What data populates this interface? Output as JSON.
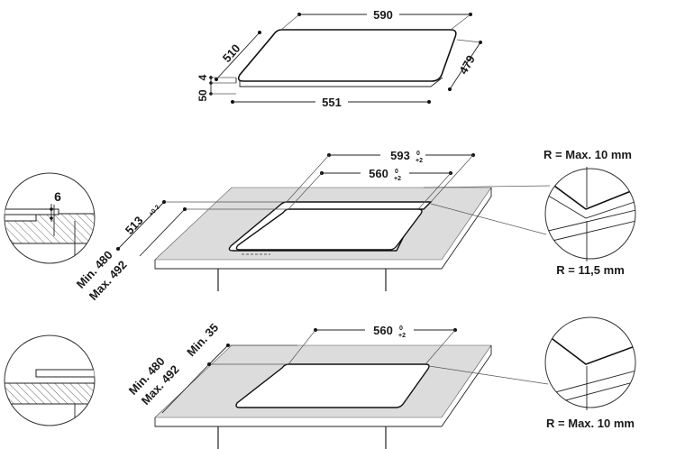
{
  "hob_dimensions": {
    "width": "590",
    "depth": "510",
    "thickness_top": "4",
    "thickness_total": "50",
    "bottom_width": "551",
    "bottom_depth": "479"
  },
  "cutout_flush": {
    "outer_width": "593",
    "outer_width_tol_top": "0",
    "outer_width_tol_bottom": "+2",
    "inner_width": "560",
    "inner_width_tol_top": "0",
    "inner_width_tol_bottom": "+2",
    "depth": "513",
    "depth_tol": "+0 2",
    "min_depth": "Min. 480",
    "max_depth": "Max. 492",
    "recess": "6",
    "corner_radius_outer": "R = Max. 10 mm",
    "corner_radius_inner": "R = 11,5 mm"
  },
  "cutout_standard": {
    "width": "560",
    "width_tol_top": "0",
    "width_tol_bottom": "+2",
    "min_depth": "Min. 480",
    "max_depth": "Max. 492",
    "min_edge": "Min. 35",
    "corner_radius": "R = Max. 10 mm"
  },
  "colors": {
    "line": "#222222",
    "countertop": "#dcdcdc",
    "hatch": "#555555",
    "background": "#ffffff"
  }
}
